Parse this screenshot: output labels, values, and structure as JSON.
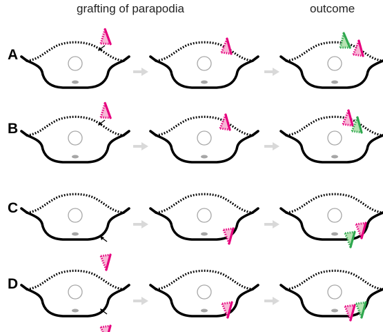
{
  "headers": {
    "left": "grafting of parapodia",
    "right": "outcome"
  },
  "rows": [
    {
      "label": "A"
    },
    {
      "label": "B"
    },
    {
      "label": "C"
    },
    {
      "label": "D"
    }
  ],
  "colors": {
    "outline": "#000000",
    "graft": "#e6007e",
    "graft_fill": "#f7b8d6",
    "regenerate": "#2fa84f",
    "regenerate_fill": "#b7e3b3",
    "transition_arrow": "#d9d9d9",
    "nucleus": "#a6a6a6"
  }
}
